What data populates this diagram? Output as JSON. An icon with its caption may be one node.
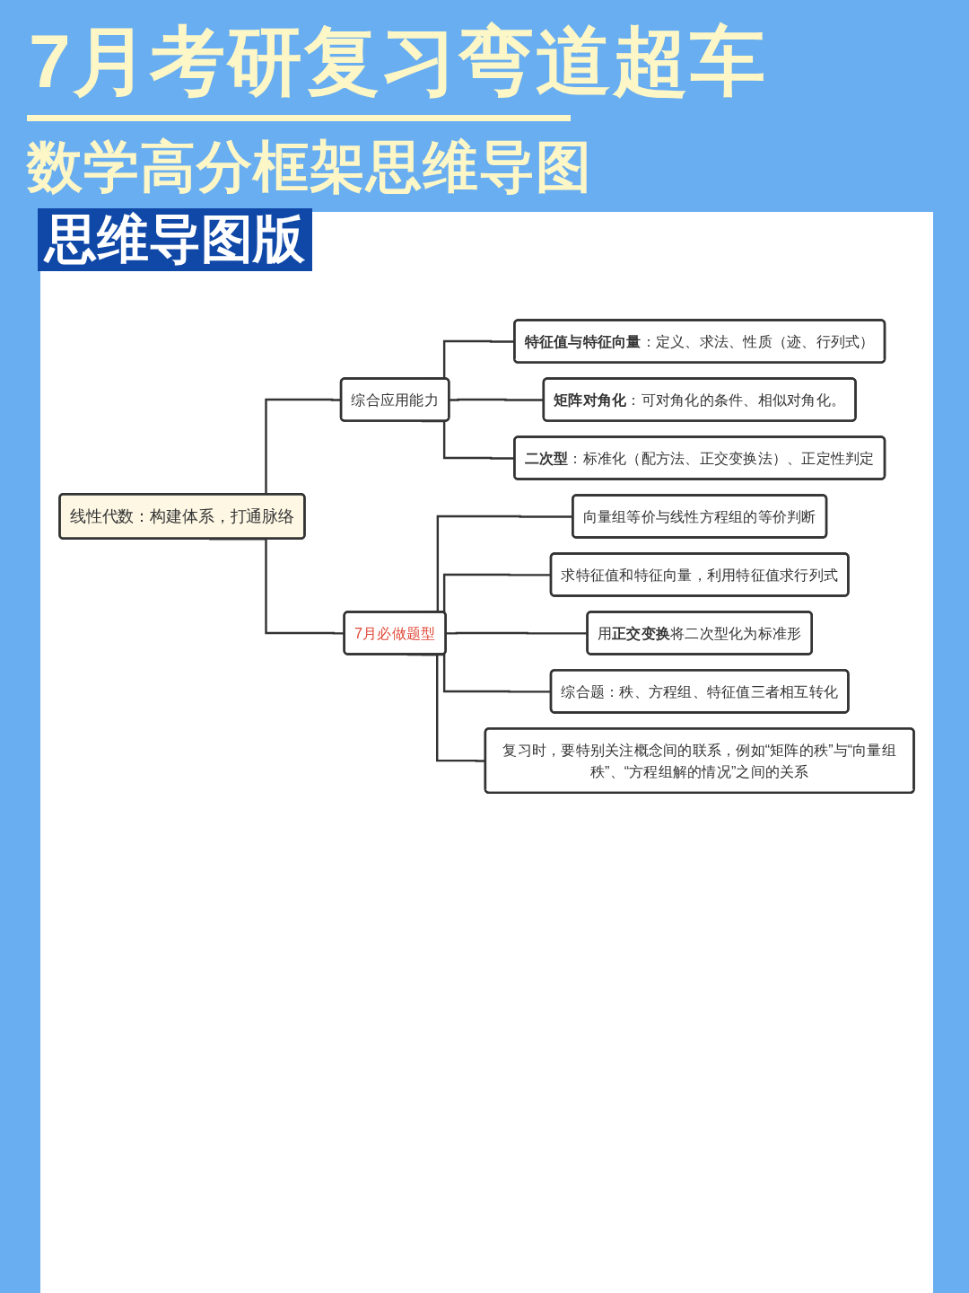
{
  "diagram": {
    "title": "7月考研复习弯道超车",
    "nodes": [
      {
        "text": [
          "线性代数：构建体系，打通脉络"
        ]
      },
      {
        "text": [
          "综合应用能力"
        ]
      },
      {
        "text": [
          "**特征值与特征向量**：定义、求法、性质（迹、行列式）"
        ]
      },
      {
        "text": [
          "**矩阵对角化**：可对角化的条件、相似对角化。"
        ]
      },
      {
        "text": [
          "**二次型**：标准化（配方法、正交变换法）、正定性判定"
        ]
      },
      {
        "text": [
          "7月必做题型"
        ]
      },
      {
        "text": [
          "向量组等价与线性方程组的等价判断"
        ]
      },
      {
        "text": [
          "求特征值和特征向量，利用特征值求行列式"
        ]
      },
      {
        "text": [
          "用**正交变换**将二次型化为标准形"
        ]
      },
      {
        "text": [
          "综合题：秩、方程组、特征值三者相互转化"
        ]
      },
      {
        "text": [
          "复习时，要特别关注概念间的联系，例如“矩阵的秩”与“向量组秩”、“方程组解的情况”之间的关系"
        ]
      }
    ],
    "edges": [
      {
        "from": 0,
        "to": 1,
        "arrow": "none"
      },
      {
        "from": 1,
        "to": 2,
        "arrow": "none"
      },
      {
        "from": 1,
        "to": 3,
        "arrow": "none"
      },
      {
        "from": 1,
        "to": 4,
        "arrow": "none"
      },
      {
        "from": 0,
        "to": 5,
        "arrow": "none"
      },
      {
        "from": 5,
        "to": 6,
        "arrow": "none"
      },
      {
        "from": 5,
        "to": 7,
        "arrow": "none"
      },
      {
        "from": 5,
        "to": 8,
        "arrow": "none"
      },
      {
        "from": 5,
        "to": 9,
        "arrow": "none"
      },
      {
        "from": 5,
        "to": 10,
        "arrow": "none"
      }
    ],
    "labels": [
      "数学高分框架思维导图",
      "思维导图版"
    ]
  }
}
